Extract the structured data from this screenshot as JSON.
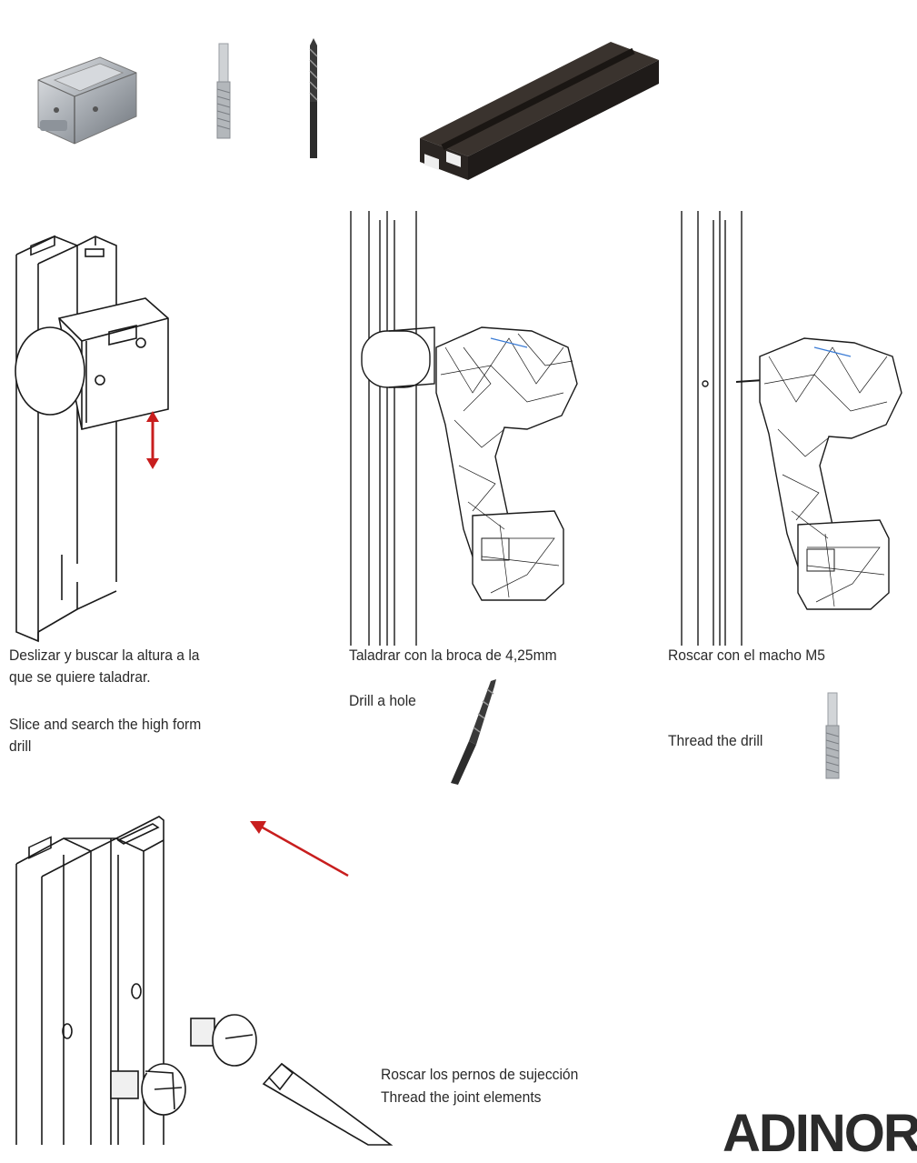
{
  "steps": [
    {
      "es": "Deslizar y buscar la altura a la",
      "es2": "que se quiere taladrar.",
      "en": "Slice and search the high form",
      "en2": "drill"
    },
    {
      "es": "Taladrar con la broca de 4,25mm",
      "en": "Drill a hole"
    },
    {
      "es": "Roscar con el macho M5",
      "en": "Thread the drill"
    },
    {
      "es": "Roscar los pernos de sujección",
      "en": "Thread the joint elements"
    }
  ],
  "brand": {
    "logo_text": "ADINOR"
  },
  "colors": {
    "arrow": "#c81e1e",
    "line": "#1a1a1a",
    "profile_dark": "#2a2522",
    "metal": "#b9bdc2"
  },
  "icons": [
    "connector-part-icon",
    "tap-tool-icon",
    "drill-bit-icon",
    "aluminium-profile-icon",
    "cordless-drill-icon",
    "screwdriver-icon",
    "up-down-arrow-icon",
    "insert-arrow-icon"
  ]
}
